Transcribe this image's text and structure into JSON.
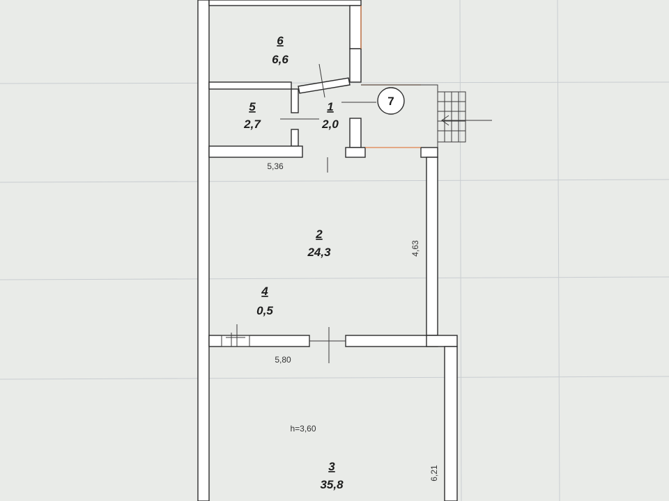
{
  "rooms": [
    {
      "number": "6",
      "area": "6,6"
    },
    {
      "number": "5",
      "area": "2,7"
    },
    {
      "number": "1",
      "area": "2,0"
    },
    {
      "number": "2",
      "area": "24,3"
    },
    {
      "number": "4",
      "area": "0,5"
    },
    {
      "number": "3",
      "area": "35,8"
    }
  ],
  "marker": {
    "label": "7"
  },
  "dimensions": {
    "width_upper": "5,36",
    "height_room2": "4,63",
    "width_lower": "5,80",
    "height_label": "h=3,60",
    "height_room3": "6,21"
  }
}
